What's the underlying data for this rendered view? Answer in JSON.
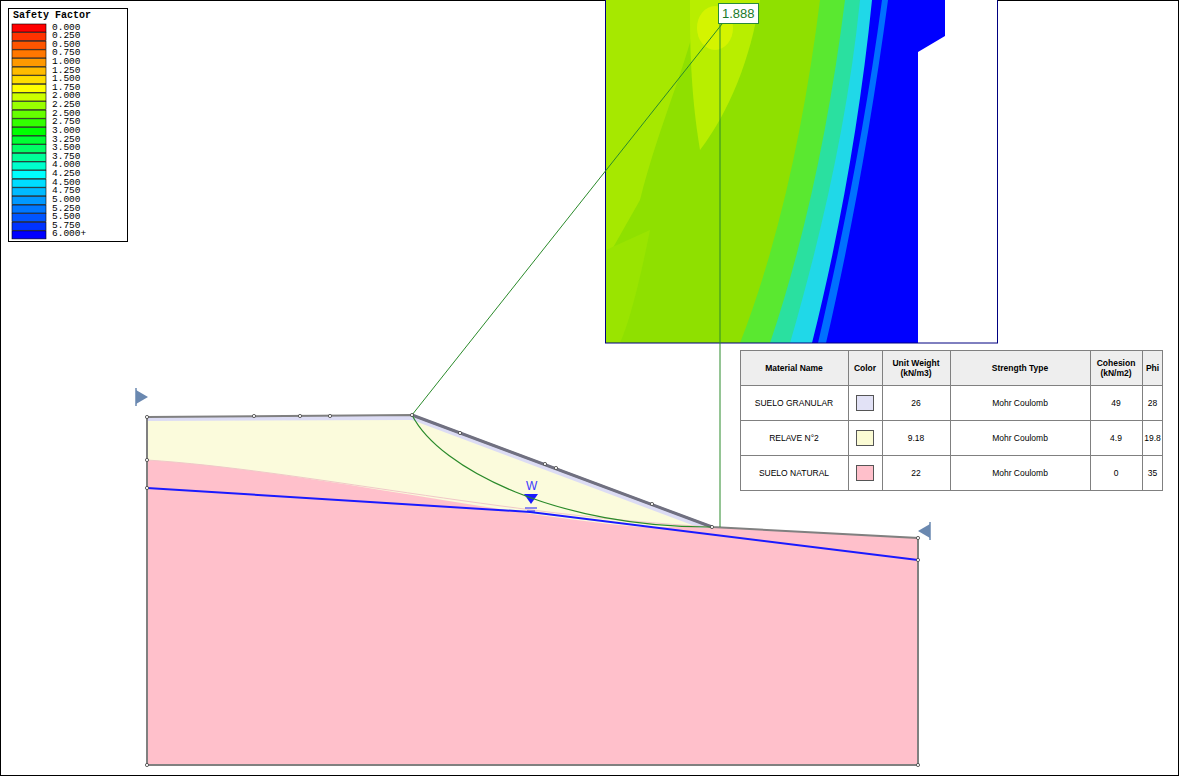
{
  "diagram": {
    "nodes": [
      {
        "text": [
          "1.888"
        ]
      }
    ],
    "labels": [
      "Safety Factor",
      "Material Name",
      "Color",
      "Unit Weight (kN/m3)",
      "Strength Type",
      "Cohesion (kN/m2)",
      "Phi",
      "SUELO GRANULAR",
      "26",
      "Mohr Coulomb",
      "49",
      "28",
      "RELAVE N°2",
      "9.18",
      "Mohr Coulomb",
      "4.9",
      "19.8",
      "SUELO NATURAL",
      "22",
      "Mohr Coulomb",
      "0",
      "35",
      "W"
    ],
    "legend": [
      {
        "text": "0.000",
        "color": "#ff0000"
      },
      {
        "text": "0.250",
        "color": "#ff3300"
      },
      {
        "text": "0.500",
        "color": "#ff5500"
      },
      {
        "text": "0.750",
        "color": "#ff7700"
      },
      {
        "text": "1.000",
        "color": "#ff9900"
      },
      {
        "text": "1.250",
        "color": "#ffbb00"
      },
      {
        "text": "1.500",
        "color": "#ffdd00"
      },
      {
        "text": "1.750",
        "color": "#ffff00"
      },
      {
        "text": "2.000",
        "color": "#ccff00"
      },
      {
        "text": "2.250",
        "color": "#99ff00"
      },
      {
        "text": "2.500",
        "color": "#66ff00"
      },
      {
        "text": "2.750",
        "color": "#33ff00"
      },
      {
        "text": "3.000",
        "color": "#00ff00"
      },
      {
        "text": "3.250",
        "color": "#00ff33"
      },
      {
        "text": "3.500",
        "color": "#00ff66"
      },
      {
        "text": "3.750",
        "color": "#00ff99"
      },
      {
        "text": "4.000",
        "color": "#00ffcc"
      },
      {
        "text": "4.250",
        "color": "#00ffff"
      },
      {
        "text": "4.500",
        "color": "#00ddff"
      },
      {
        "text": "4.750",
        "color": "#00bbff"
      },
      {
        "text": "5.000",
        "color": "#0099ff"
      },
      {
        "text": "5.250",
        "color": "#0077ff"
      },
      {
        "text": "5.500",
        "color": "#0055ff"
      },
      {
        "text": "5.750",
        "color": "#0033ff"
      },
      {
        "text": "6.000+",
        "color": "#0000ff"
      }
    ]
  }
}
